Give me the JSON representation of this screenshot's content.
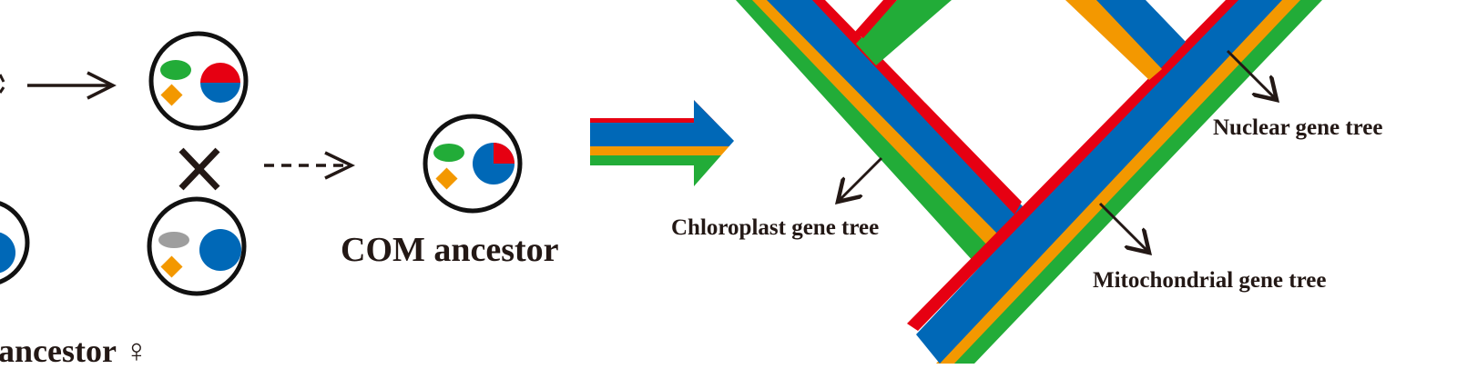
{
  "labels": {
    "com_ancestor": "COM ancestor",
    "ancestor_female": "ancestor ♀",
    "chloroplast_tree": "Chloroplast gene tree",
    "nuclear_tree": "Nuclear gene tree",
    "mitochondrial_tree": "Mitochondrial  gene tree"
  },
  "symbols": {
    "cross": "×"
  },
  "colors": {
    "red": "#e60012",
    "blue": "#0068b7",
    "orange": "#f39800",
    "green": "#22ac38",
    "gray": "#9e9e9e",
    "ink": "#231815"
  }
}
